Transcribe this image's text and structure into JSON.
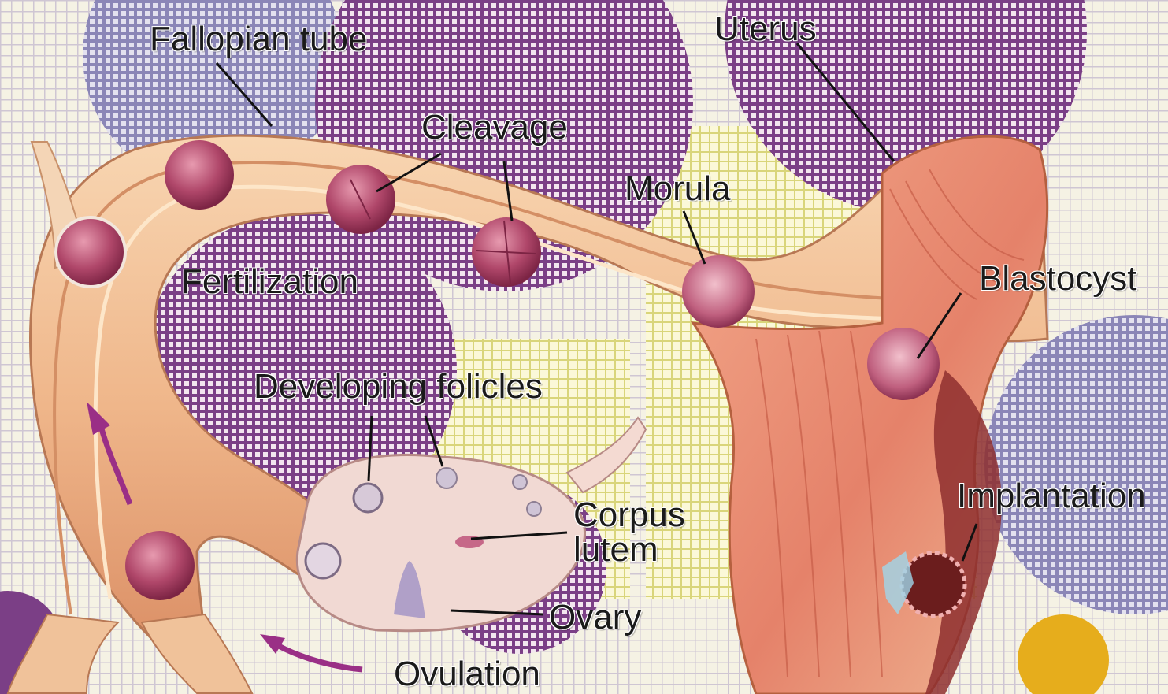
{
  "labels": {
    "fallopian_tube": "Fallopian tube",
    "uterus": "Uterus",
    "cleavage": "Cleavage",
    "morula": "Morula",
    "fertilization": "Fertilization",
    "blastocyst": "Blastocyst",
    "developing_follicles": "Developing folicles",
    "corpus": "Corpus",
    "lutem": "lutem",
    "ovary": "Ovary",
    "implantation": "Implantation",
    "ovulation": "Ovulation"
  },
  "colors": {
    "background": "#f7f3dc",
    "purple_dot": "#7b3f86",
    "lavender_dot": "#8b86b7",
    "tissue": "#f1b98e",
    "tissue_dark": "#c97752",
    "uterus_muscle": "#e98a6e",
    "embryo": "#b0476a",
    "accent_yellow": "#e6ad1c",
    "arrow": "#9a2f86"
  }
}
